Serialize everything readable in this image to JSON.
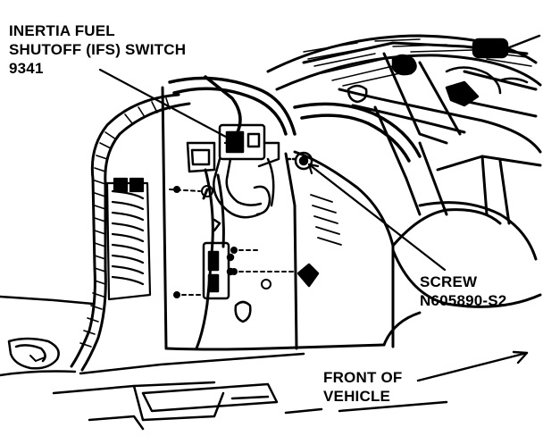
{
  "callouts": {
    "ifs_switch": {
      "line1": "INERTIA FUEL",
      "line2": "SHUTOFF (IFS) SWITCH",
      "line3": "9341"
    },
    "screw": {
      "line1": "SCREW",
      "line2": "N605890-S2"
    },
    "front_of_vehicle": {
      "line1": "FRONT OF",
      "line2": "VEHICLE"
    }
  },
  "colors": {
    "ink": "#000000",
    "paper": "#ffffff"
  }
}
